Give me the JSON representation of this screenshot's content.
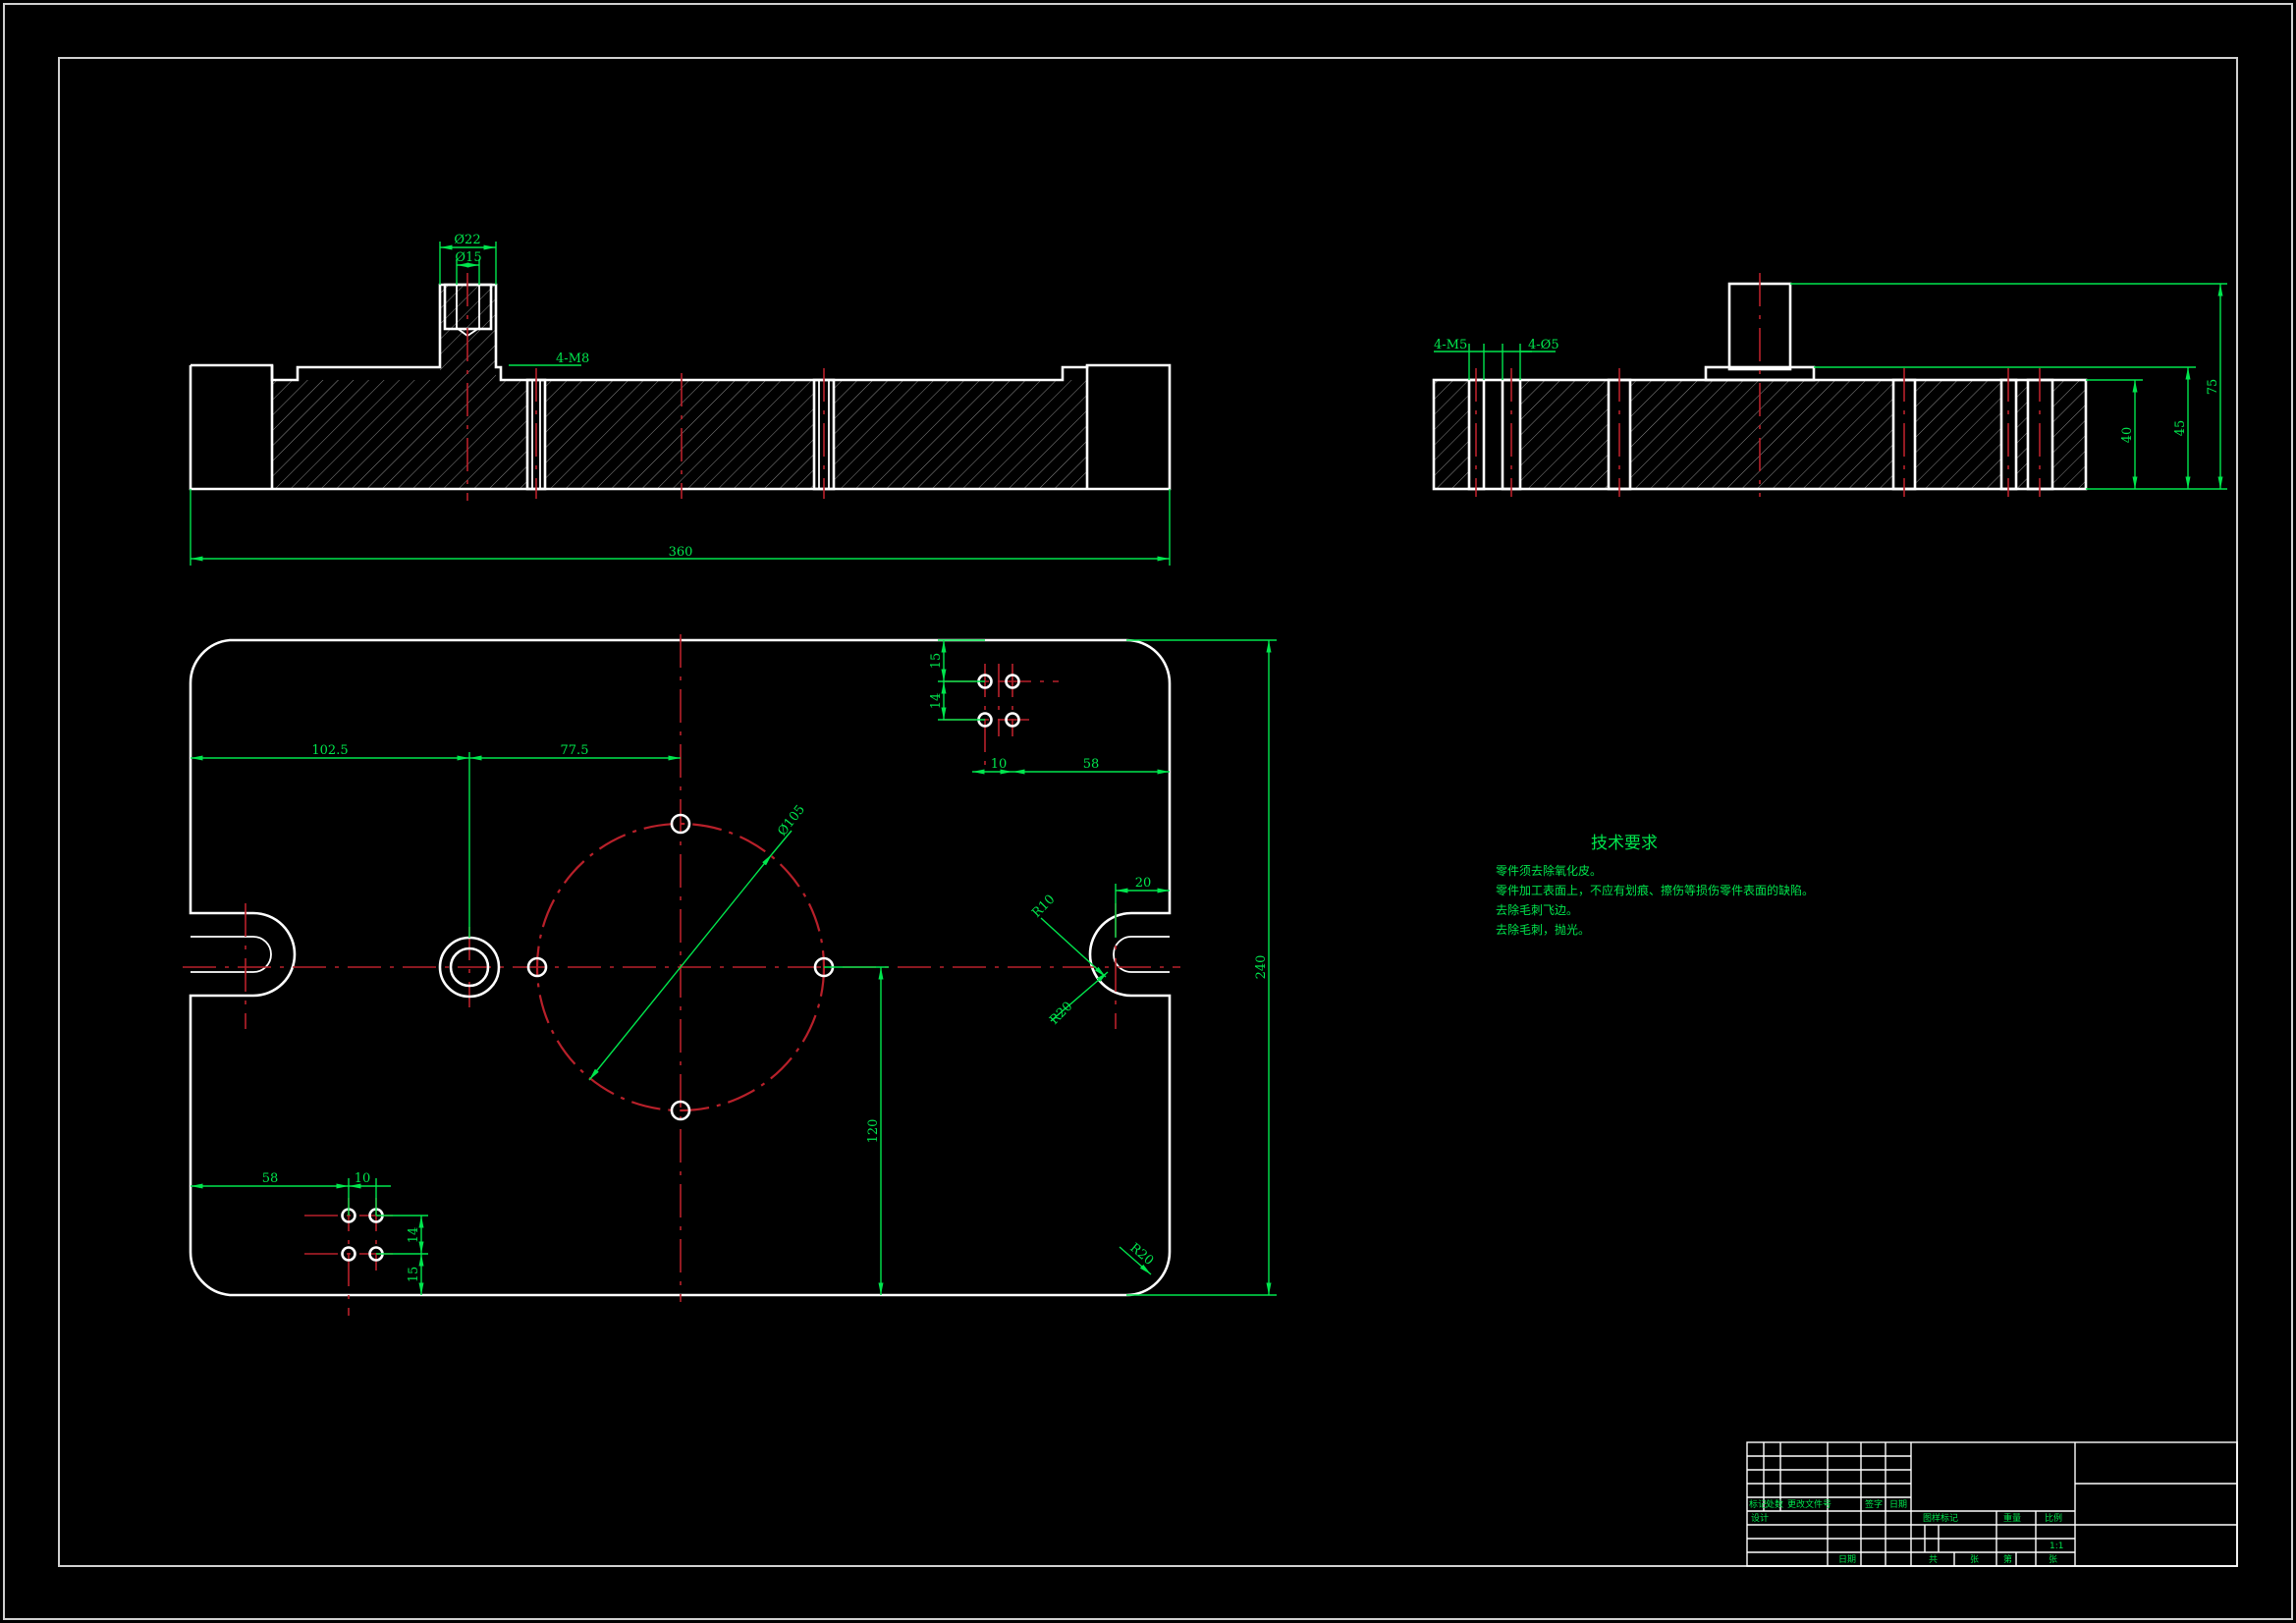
{
  "dimensions": {
    "front": {
      "bore_outer": "Ø22",
      "bore_inner": "Ø15",
      "tapped_holes": "4-M8",
      "overall_length": "360"
    },
    "side": {
      "tapped_holes": "4-M5",
      "through_holes": "4-Ø5",
      "d40": "40",
      "d45": "45",
      "d75": "75"
    },
    "plan": {
      "d102_5": "102.5",
      "d77_5": "77.5",
      "d15_top": "15",
      "d14_top": "14",
      "d10_top": "10",
      "d58_top": "58",
      "pcd": "Ø105",
      "r10": "R10",
      "r20_slot": "R20",
      "d20": "20",
      "d240": "240",
      "d120": "120",
      "d58_bot": "58",
      "d10_bot": "10",
      "d14_bot": "14",
      "d15_bot": "15",
      "r20_corner": "R20"
    }
  },
  "technical_requirements": {
    "title": "技术要求",
    "lines": [
      "零件须去除氧化皮。",
      "零件加工表面上，不应有划痕、擦伤等损伤零件表面的缺陷。",
      "去除毛刺飞边。",
      "去除毛刺，抛光。"
    ]
  },
  "title_block": {
    "rev_headers": [
      "标记",
      "处数",
      "更改文件号",
      "签字",
      "日期"
    ],
    "row_design": "设计",
    "row_date": "日期",
    "stage_mark": "图样标记",
    "weight": "重量",
    "scale": "比例",
    "scale_value": "1:1",
    "sheet_total": "共",
    "sheet_label": "张",
    "sheet_no": "第",
    "sheet_label2": "张"
  }
}
